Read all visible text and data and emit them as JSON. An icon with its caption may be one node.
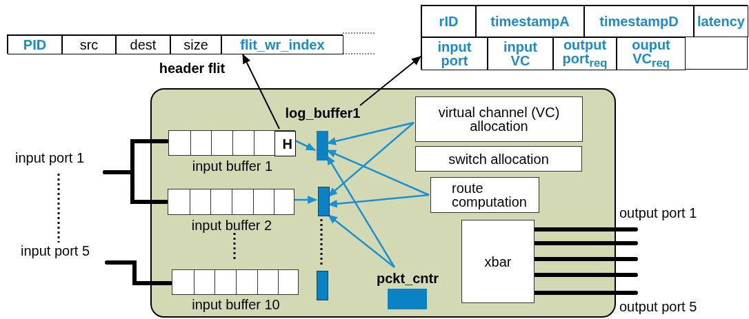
{
  "diagram": {
    "nodes": [
      {
        "text": [],
        "shape": "box"
      },
      {
        "text": [
          "header flit"
        ]
      },
      {
        "text": [
          "PID"
        ],
        "in": 1
      },
      {
        "text": [
          "src"
        ],
        "in": 1
      },
      {
        "text": [
          "dest"
        ],
        "in": 1
      },
      {
        "text": [
          "size"
        ],
        "in": 1
      },
      {
        "text": [
          "flit_wr_index"
        ],
        "in": 1
      },
      {
        "text": [],
        "shape": "box"
      },
      {
        "text": [
          "rID"
        ],
        "in": 7
      },
      {
        "text": [
          "timestampA"
        ],
        "in": 7
      },
      {
        "text": [
          "timestampD"
        ],
        "in": 7
      },
      {
        "text": [
          "latency"
        ],
        "in": 7
      },
      {
        "text": [
          "input port"
        ],
        "in": 7
      },
      {
        "text": [
          "input VC"
        ],
        "in": 7
      },
      {
        "text": [
          "output port$_{req}$"
        ],
        "in": 7
      },
      {
        "text": [
          "ouput VC$_{req}$"
        ],
        "in": 7
      },
      {
        "text": [
          "input port 1"
        ]
      },
      {
        "text": [
          "input port 5"
        ]
      },
      {
        "text": [
          "input buffer 1"
        ],
        "in": 0
      },
      {
        "text": [
          "H"
        ],
        "in": 18
      },
      {
        "text": [
          "input buffer 2"
        ],
        "in": 0
      },
      {
        "text": [
          "input buffer 10"
        ],
        "in": 0
      },
      {
        "text": [
          "log_buffer1"
        ],
        "in": 0
      },
      {
        "text": [],
        "shape": "box",
        "in": 0
      },
      {
        "text": [],
        "shape": "box",
        "in": 0
      },
      {
        "text": [
          "virtual channel (VC) allocation"
        ],
        "in": 0
      },
      {
        "text": [
          "switch allocation"
        ],
        "in": 0
      },
      {
        "text": [
          "route computation"
        ],
        "in": 0
      },
      {
        "text": [
          "pckt_cntr"
        ],
        "in": 0
      },
      {
        "text": [
          "xbar"
        ],
        "in": 0
      }
    ],
    "edges": [
      {
        "from": 19,
        "to": 1,
        "arrow": "to"
      },
      {
        "from": 22,
        "to": 7,
        "arrow": "to"
      },
      {
        "from": 16,
        "to": 18,
        "arrow": "none",
        "style": "thick"
      },
      {
        "from": 16,
        "to": 20,
        "arrow": "none",
        "style": "thick"
      },
      {
        "from": 17,
        "to": 21,
        "arrow": "none",
        "style": "thick"
      },
      {
        "from": 18,
        "to": 22,
        "arrow": "to",
        "color": "#1b8fd2"
      },
      {
        "from": 20,
        "to": 23,
        "arrow": "to",
        "color": "#1b8fd2"
      },
      {
        "from": 25,
        "to": 22,
        "arrow": "to",
        "color": "#1b8fd2"
      },
      {
        "from": 25,
        "to": 23,
        "arrow": "to",
        "color": "#1b8fd2"
      },
      {
        "from": 27,
        "to": 22,
        "arrow": "to",
        "color": "#1b8fd2"
      },
      {
        "from": 27,
        "to": 23,
        "arrow": "to",
        "color": "#1b8fd2"
      },
      {
        "from": 28,
        "to": 22,
        "arrow": "to",
        "color": "#1b8fd2"
      },
      {
        "from": 28,
        "to": 23,
        "arrow": "to",
        "color": "#1b8fd2"
      },
      {
        "from": 29,
        "to": null,
        "arrow": "none",
        "style": "thick"
      },
      {
        "from": 29,
        "to": null,
        "arrow": "none",
        "style": "thick"
      },
      {
        "from": 29,
        "to": null,
        "arrow": "none",
        "style": "thick"
      },
      {
        "from": 29,
        "to": null,
        "arrow": "none",
        "style": "thick"
      },
      {
        "from": 29,
        "to": null,
        "arrow": "none",
        "style": "thick"
      },
      {
        "from": 16,
        "to": 17,
        "arrow": "none",
        "style": "dashed"
      },
      {
        "from": 20,
        "to": 21,
        "arrow": "none",
        "style": "dashed"
      },
      {
        "from": 23,
        "to": 24,
        "arrow": "none",
        "style": "dashed"
      }
    ],
    "labels": [
      "output port 1",
      "output port 5"
    ]
  }
}
